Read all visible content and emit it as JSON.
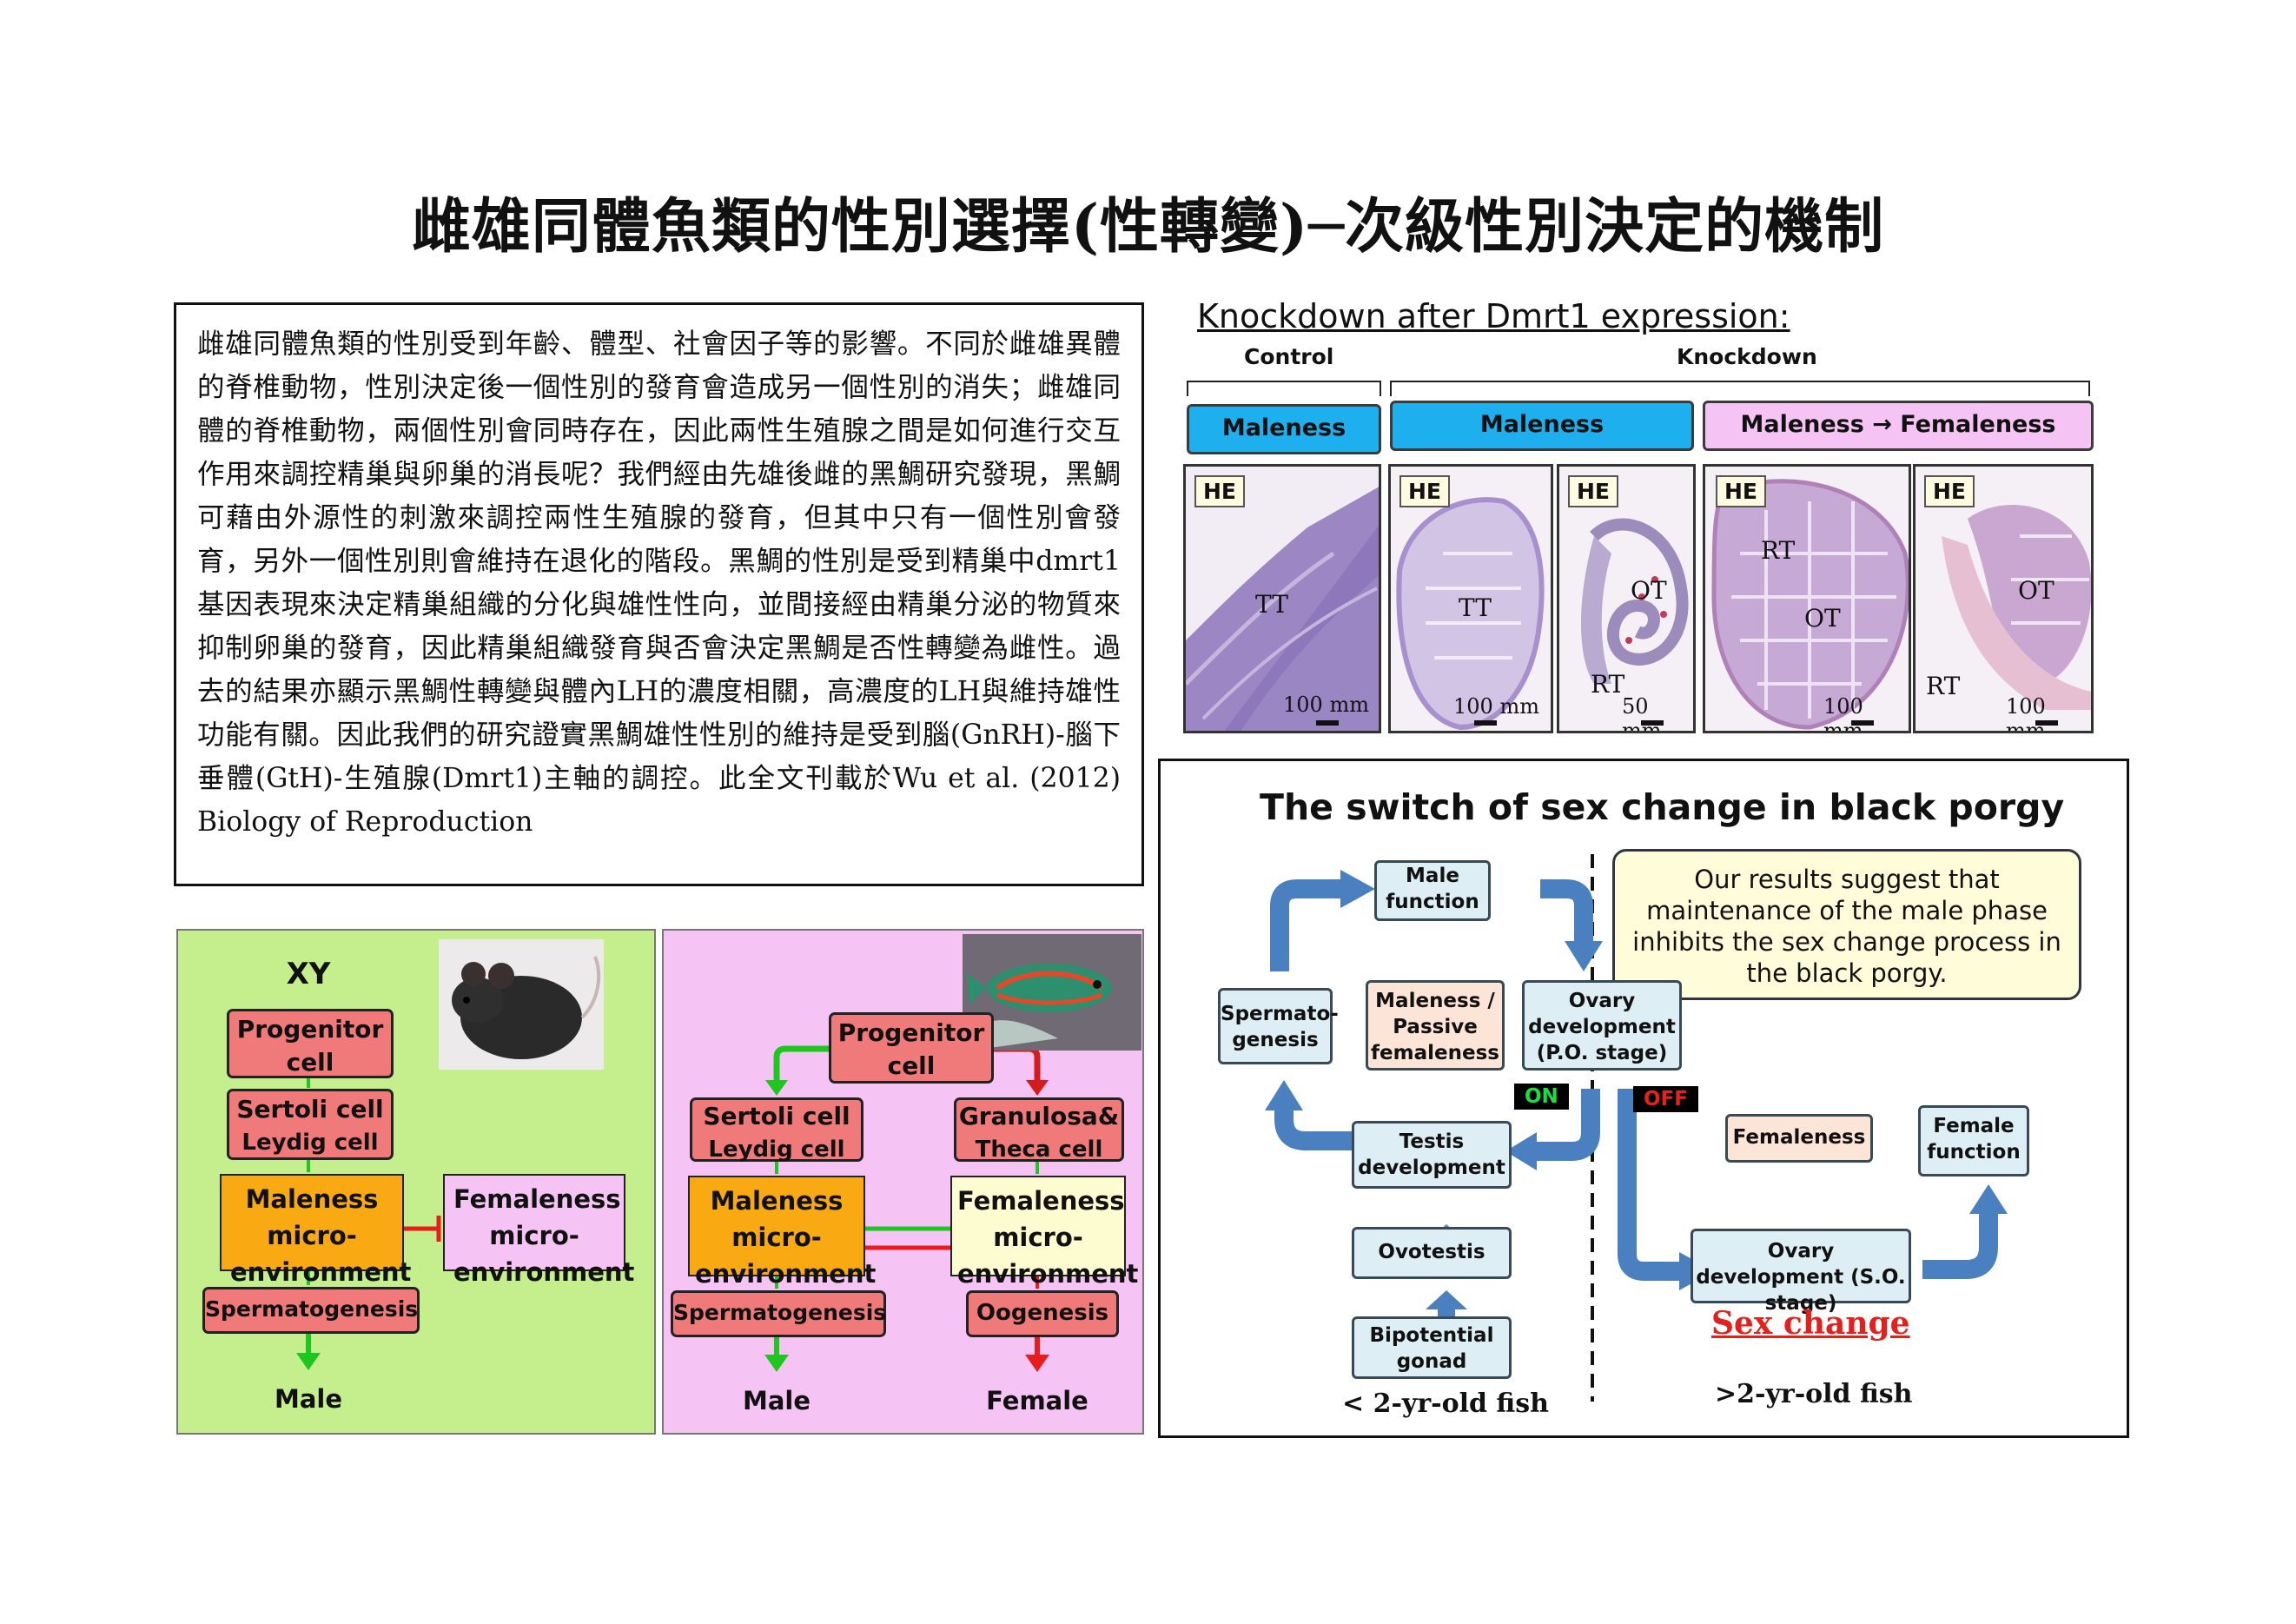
{
  "page_title": "雌雄同體魚類的性別選擇(性轉變)─次級性別決定的機制",
  "intro_text": "雌雄同體魚類的性別受到年齡、體型、社會因子等的影響。不同於雌雄異體的脊椎動物，性別決定後一個性別的發育會造成另一個性別的消失；雌雄同體的脊椎動物，兩個性別會同時存在，因此兩性生殖腺之間是如何進行交互作用來調控精巢與卵巢的消長呢？我們經由先雄後雌的黑鯛研究發現，黑鯛可藉由外源性的刺激來調控兩性生殖腺的發育，但其中只有一個性別會發育，另外一個性別則會維持在退化的階段。黑鯛的性別是受到精巢中dmrt1基因表現來決定精巢組織的分化與雄性性向，並間接經由精巢分泌的物質來抑制卵巢的發育，因此精巢組織發育與否會決定黑鯛是否性轉變為雌性。過去的結果亦顯示黑鯛性轉變與體內LH的濃度相關，高濃度的LH與維持雄性功能有關。因此我們的研究證實黑鯛雄性性別的維持是受到腦(GnRH)-腦下垂體(GtH)-生殖腺(Dmrt1)主軸的調控。此全文刊載於Wu et al. (2012) Biology of Reproduction",
  "knockdown": {
    "title": "Knockdown after Dmrt1 expression:",
    "control_label": "Control",
    "knockdown_label": "Knockdown",
    "bar_control": "Maleness",
    "bar_knock_male": "Maleness",
    "bar_knock_shift": "Maleness → Femaleness",
    "stain": "HE",
    "panels": [
      {
        "labels": [
          "TT"
        ],
        "scale": "100 mm"
      },
      {
        "labels": [
          "TT"
        ],
        "scale": "100 mm"
      },
      {
        "labels": [
          "OT",
          "RT"
        ],
        "scale": "50 mm"
      },
      {
        "labels": [
          "RT",
          "OT"
        ],
        "scale": "100 mm"
      },
      {
        "labels": [
          "OT",
          "RT"
        ],
        "scale": "100 mm"
      }
    ]
  },
  "mouse_panel": {
    "heading": "XY",
    "progenitor": "Progenitor cell",
    "sertoli": "Sertoli cell",
    "leydig": "Leydig cell",
    "maleness_env": "Maleness micro-environment",
    "femaleness_env": "Femaleness micro-environment",
    "spermatogenesis": "Spermatogenesis",
    "result": "Male"
  },
  "fish_panel": {
    "progenitor": "Progenitor cell",
    "sertoli": "Sertoli cell",
    "leydig": "Leydig cell",
    "granulosa": "Granulosa&",
    "theca": "Theca cell",
    "maleness_env": "Maleness micro-environment",
    "femaleness_env": "Femaleness micro-environment",
    "spermatogenesis": "Spermatogenesis",
    "oogenesis": "Oogenesis",
    "result_male": "Male",
    "result_female": "Female"
  },
  "switch": {
    "title": "The switch of sex change in black porgy",
    "callout": "Our results suggest that maintenance of the male phase inhibits the sex change process in the black porgy.",
    "male_function": "Male function",
    "spermatogenesis": "Spermato-genesis",
    "maleness_passive": "Maleness / Passive femaleness",
    "ovary_po": "Ovary development (P.O. stage)",
    "testis": "Testis development",
    "ovotestis": "Ovotestis",
    "bipotential": "Bipotential gonad",
    "on": "ON",
    "off": "OFF",
    "femaleness": "Femaleness",
    "female_function": "Female function",
    "ovary_so": "Ovary development (S.O. stage)",
    "sex_change": "Sex change",
    "age_young": "< 2-yr-old fish",
    "age_old": ">2-yr-old fish"
  },
  "colors": {
    "mouse_bg": "#c5ef8d",
    "fish_bg": "#f6c4f4",
    "node_red": "#f07a7a",
    "node_orange": "#f9a911",
    "bar_blue": "#1eb0ee",
    "arrow_blue": "#4a7fc0",
    "sex_change_red": "#e4201c"
  }
}
